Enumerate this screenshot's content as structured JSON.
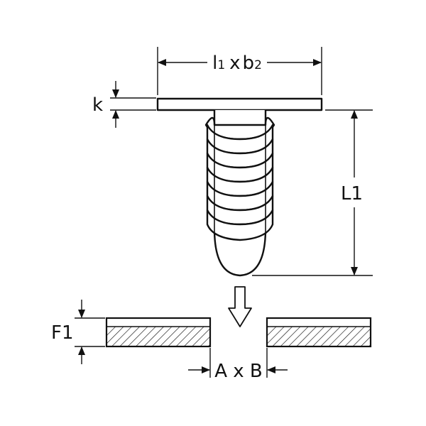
{
  "labels": {
    "head_width": {
      "l": "l",
      "l_sub": "1",
      "x": "x",
      "b": "b",
      "b_sub": "2"
    },
    "head_thickness": "k",
    "length": "L1",
    "panel_thickness": "F1",
    "hole_size": "A x B"
  },
  "colors": {
    "line": "#111111",
    "background": "#ffffff"
  }
}
